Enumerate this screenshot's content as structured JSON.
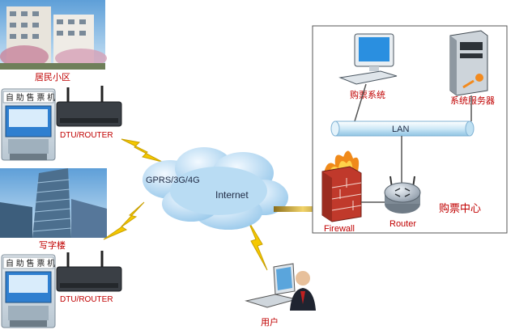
{
  "labels": {
    "residential": "居民小区",
    "office": "写字楼",
    "dtu_top": "DTU/ROUTER",
    "dtu_bottom": "DTU/ROUTER",
    "kiosk_sign_top": "自 助 售 票 机",
    "kiosk_sign_bottom": "自 助 售 票 机",
    "gprs": "GPRS/3G/4G",
    "internet": "Internet",
    "user": "用户",
    "firewall": "Firewall",
    "router": "Router",
    "lan": "LAN",
    "ticket_system": "购票系统",
    "system_server": "系统服务器",
    "ticket_center": "购票中心"
  },
  "colors": {
    "red_label": "#c00000",
    "cloud": "#a9d3ef",
    "lan_pipe": "#cfe9f7",
    "bolt": "#f5c800"
  }
}
